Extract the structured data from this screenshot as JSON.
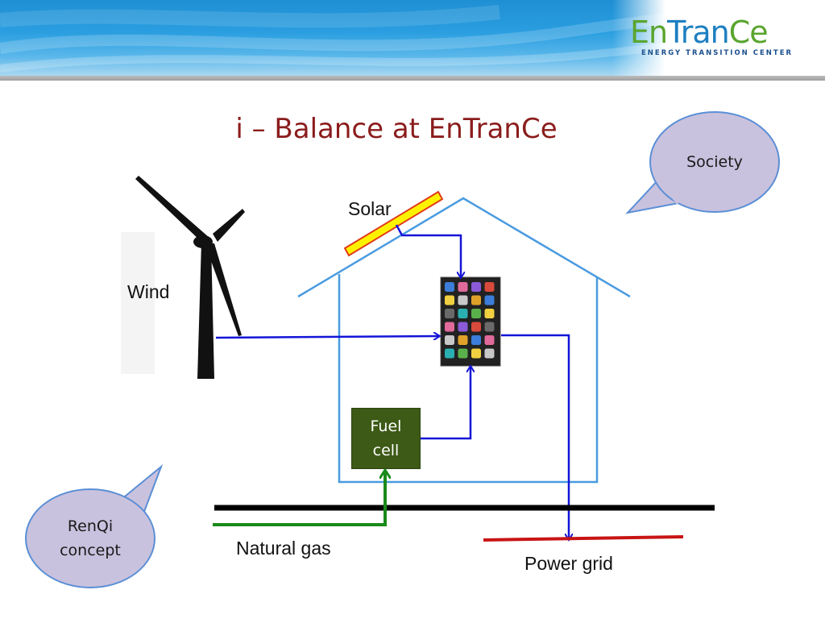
{
  "header": {
    "logo": {
      "parts": [
        "En",
        "Tran",
        "Ce"
      ],
      "tagline": "ENERGY TRANSITION CENTER",
      "colors": {
        "green": "#5aa52f",
        "blue": "#1d7fc1"
      }
    }
  },
  "title": "i – Balance at EnTranCe",
  "bubbles": {
    "society": "Society",
    "renqi_line1": "RenQi",
    "renqi_line2": "concept"
  },
  "labels": {
    "solar": "Solar",
    "wind": "Wind",
    "natural_gas": "Natural gas",
    "power_grid": "Power grid",
    "fuel_cell_line1": "Fuel",
    "fuel_cell_line2": "cell"
  },
  "icons": {
    "wind_turbine": "wind-turbine-icon",
    "solar_panel": "solar-panel-icon",
    "controller": "smartphone-app-grid-icon",
    "house": "house-outline-icon"
  },
  "colors": {
    "title": "#8b1c1c",
    "house": "#4a9be0",
    "flow": "#1414d8",
    "gas": "#1a8a1a",
    "grid": "#c81414",
    "fuel_cell": "#3d5a16",
    "bubble_fill": "#c9c2de",
    "bubble_border": "#5b8fd6"
  }
}
